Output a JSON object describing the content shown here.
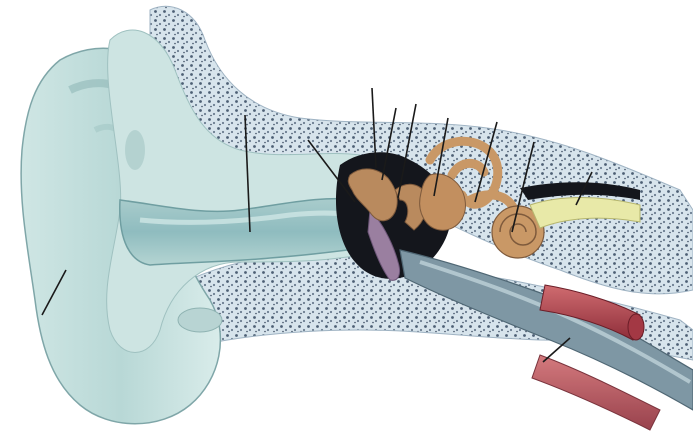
{
  "diagram": {
    "structures": [
      {
        "id": "auricle",
        "icon": "auricle-shape"
      },
      {
        "id": "ear-canal",
        "icon": "ear-canal-shape"
      },
      {
        "id": "temporal-bone",
        "icon": "bone-texture"
      },
      {
        "id": "eardrum",
        "icon": "eardrum-shape"
      },
      {
        "id": "ossicles",
        "icon": "ossicles-shape"
      },
      {
        "id": "semicircular-canals",
        "icon": "canals-shape"
      },
      {
        "id": "cochlea",
        "icon": "cochlea-shape"
      },
      {
        "id": "auditory-nerve",
        "icon": "nerve-shape"
      },
      {
        "id": "eustachian-tube",
        "icon": "tube-shape"
      },
      {
        "id": "blood-vessel",
        "icon": "vessel-shape"
      }
    ],
    "pointer_count": 11,
    "label_text": []
  },
  "colors": {
    "background": "#ffffff",
    "skin": "#bfdcdc",
    "skin_shade": "#8fbcbf",
    "bone": "#d7e4ec",
    "bone_dots": "#4d5f74",
    "cavity": "#14161c",
    "ossicle": "#b98a5e",
    "cochlea": "#c99866",
    "nerve": "#e8e9a8",
    "vessel_red": "#b6404a",
    "tube_gray": "#7e97a4",
    "pointer": "#1a1a1a"
  }
}
